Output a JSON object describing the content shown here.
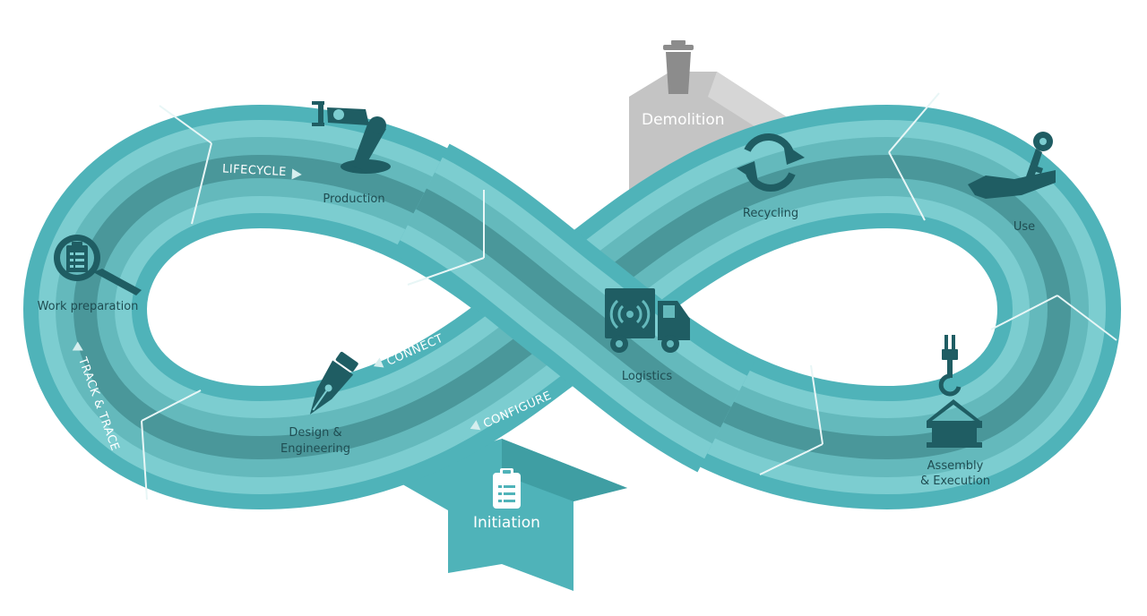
{
  "stages": {
    "production": "Production",
    "recycling": "Recycling",
    "use": "Use",
    "work_preparation": "Work preparation",
    "logistics": "Logistics",
    "design_line1": "Design &",
    "design_line2": "Engineering",
    "assembly_line1": "Assembly",
    "assembly_line2": "& Execution"
  },
  "tracks": {
    "lifecycle": "LIFECYCLE",
    "track_trace": "TRACK & TRACE",
    "connect": "CONNECT",
    "configure": "CONFIGURE"
  },
  "flags": {
    "demolition": "Demolition",
    "initiation": "Initiation"
  },
  "icons": {
    "production": "robot-arm-icon",
    "recycling": "recycle-icon",
    "use": "key-hand-icon",
    "work_preparation": "clipboard-search-icon",
    "logistics": "truck-signal-icon",
    "design": "pen-nib-icon",
    "assembly": "crane-hook-icon",
    "demolition": "trash-bin-icon",
    "initiation": "clipboard-icon"
  },
  "colors": {
    "ribbon_outer": "#4fb3b9",
    "ribbon_light": "#7ccdd0",
    "ribbon_mid": "#64b9bc",
    "ribbon_dark": "#4a979a",
    "icon_dark": "#1f5d63",
    "demolition_gray": "#c4c4c4"
  }
}
